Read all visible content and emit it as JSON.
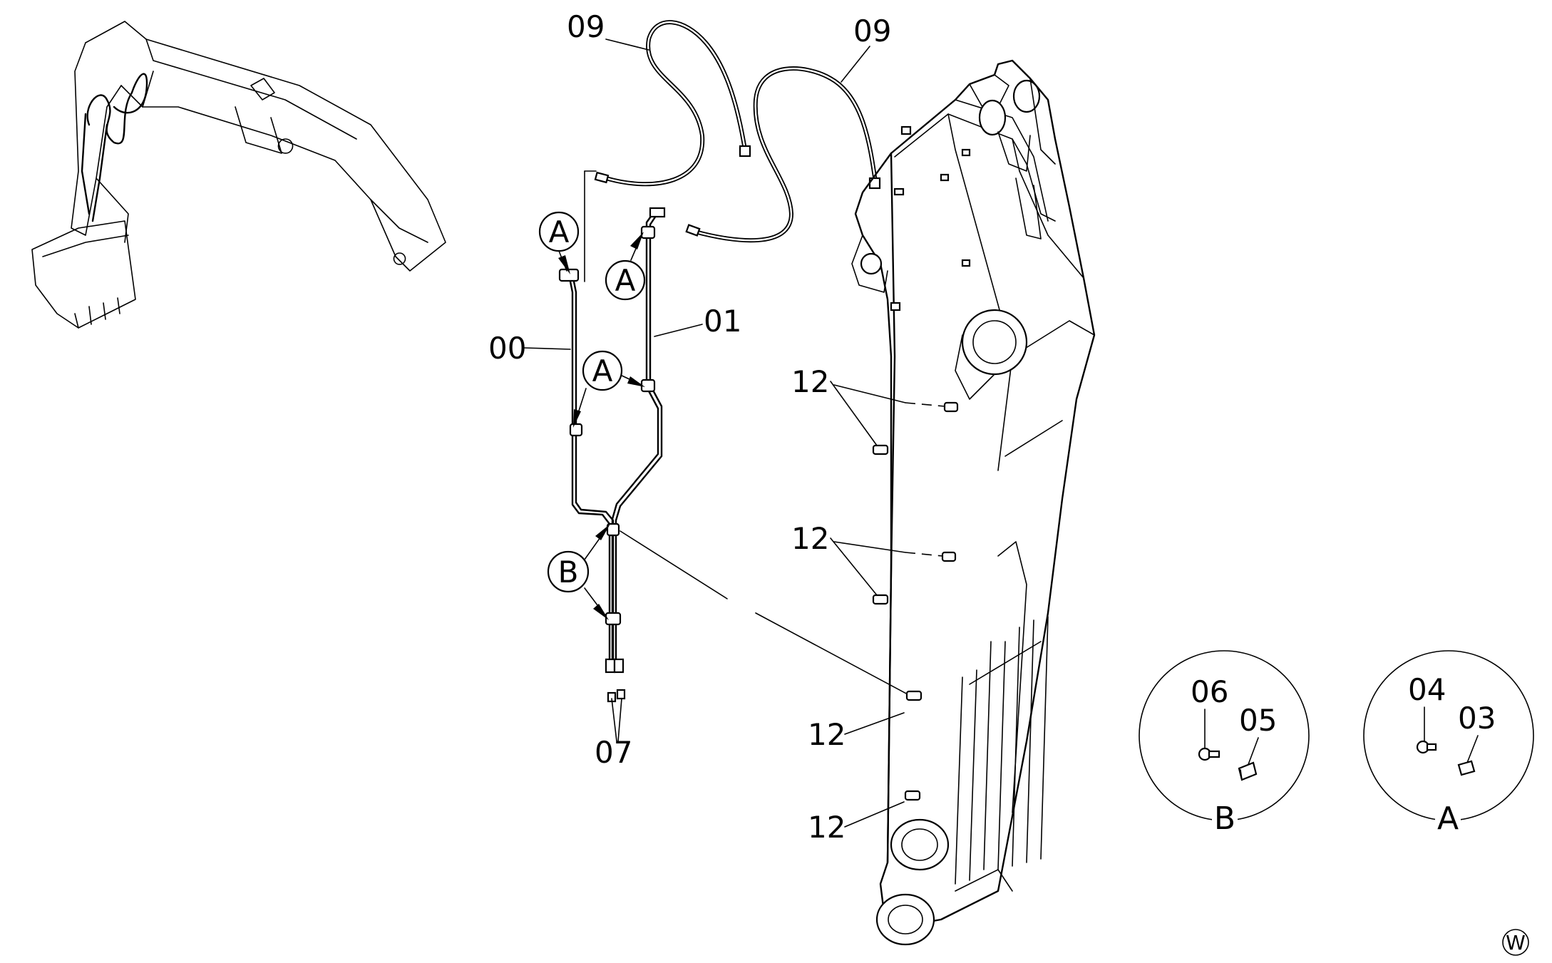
{
  "labels": {
    "p00": "00",
    "p01": "01",
    "p03": "03",
    "p04": "04",
    "p05": "05",
    "p06": "06",
    "p07": "07",
    "p09a": "09",
    "p09b": "09",
    "p12a": "12",
    "p12b": "12",
    "p12c": "12",
    "p12d": "12"
  },
  "callouts": {
    "a1": "A",
    "a2": "A",
    "a3": "A",
    "b1": "B"
  },
  "detail_views": {
    "b": {
      "title": "B",
      "parts": [
        "06",
        "05"
      ]
    },
    "a": {
      "title": "A",
      "parts": [
        "04",
        "03"
      ]
    }
  },
  "corner_mark": "W",
  "icons": {
    "overview": "excavator-overview-icon",
    "boom": "boom-arm-drawing",
    "pipes": "hydraulic-pipe-drawing",
    "hoses": "hydraulic-hose-drawing",
    "clamps": "clamp-bracket-icon"
  }
}
